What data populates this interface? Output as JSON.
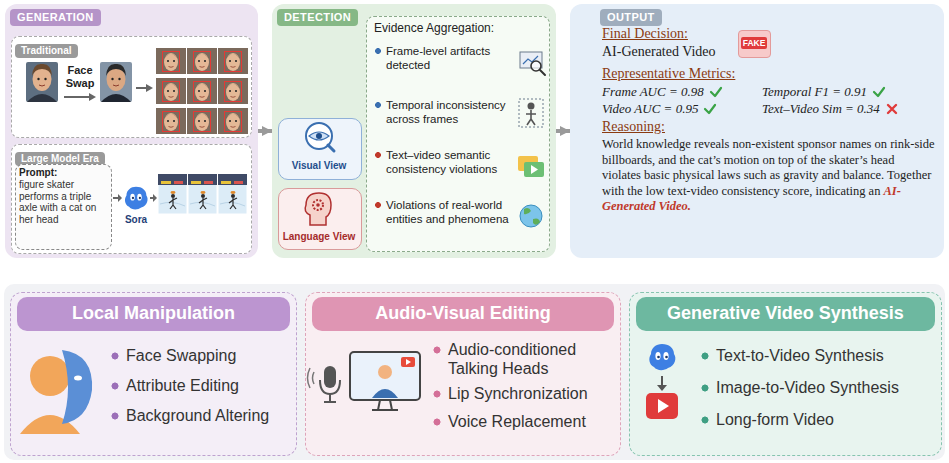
{
  "diagram": {
    "nodes": [
      {
        "text": [
          "GENERATION"
        ]
      },
      {
        "text": [
          "Traditional",
          "Face Swap"
        ],
        "in": 0
      },
      {
        "text": [
          "Large Model Era",
          "Sora"
        ],
        "in": 0
      },
      {
        "text": [
          "Prompt:",
          "figure skater performs a triple axle with a cat on her head"
        ],
        "in": 2
      },
      {
        "text": [
          "DETECTION"
        ]
      },
      {
        "text": [
          "Visual View"
        ],
        "in": 4
      },
      {
        "text": [
          "Language View"
        ],
        "in": 4
      },
      {
        "text": [
          "Evidence Aggregation:",
          "Frame-level artifacts detected",
          "Temporal inconsistency across frames",
          "Text–video semantic consistency violations",
          "Violations of real-world entities and phenomena"
        ],
        "in": 4
      },
      {
        "text": [
          "OUTPUT",
          "Final Decision:",
          "AI-Generated Video",
          "Representative Metrics:",
          "Frame AUC = 0.98",
          "Temporal F1 = 0.91",
          "Video AUC = 0.95",
          "Text–Video Sim = 0.34",
          "Reasoning:",
          "World knowledge reveals non-existent sponsor names on rink-side billboards, and the cat’s motion on top of the skater’s head violates basic physical laws such as gravity and balance. Together with the low text-video consistency score, indicating an",
          "AI-Generated Video."
        ]
      },
      {
        "text": [
          "FAKE"
        ],
        "in": 8
      },
      {
        "text": [
          "Local Manipulation",
          "Face Swapping",
          "Attribute Editing",
          "Background Altering"
        ]
      },
      {
        "text": [
          "Audio-Visual Editing",
          "Audio-conditioned Talking Heads",
          "Lip Synchronization",
          "Voice Replacement"
        ]
      },
      {
        "text": [
          "Generative Video Synthesis",
          "Text-to-Video Synthesis",
          "Image-to-Video Synthesis",
          "Long-form Video"
        ]
      }
    ],
    "edges": [
      {
        "from": 0,
        "to": 4,
        "arrow": "to"
      },
      {
        "from": 4,
        "to": 8,
        "arrow": "to"
      }
    ]
  }
}
